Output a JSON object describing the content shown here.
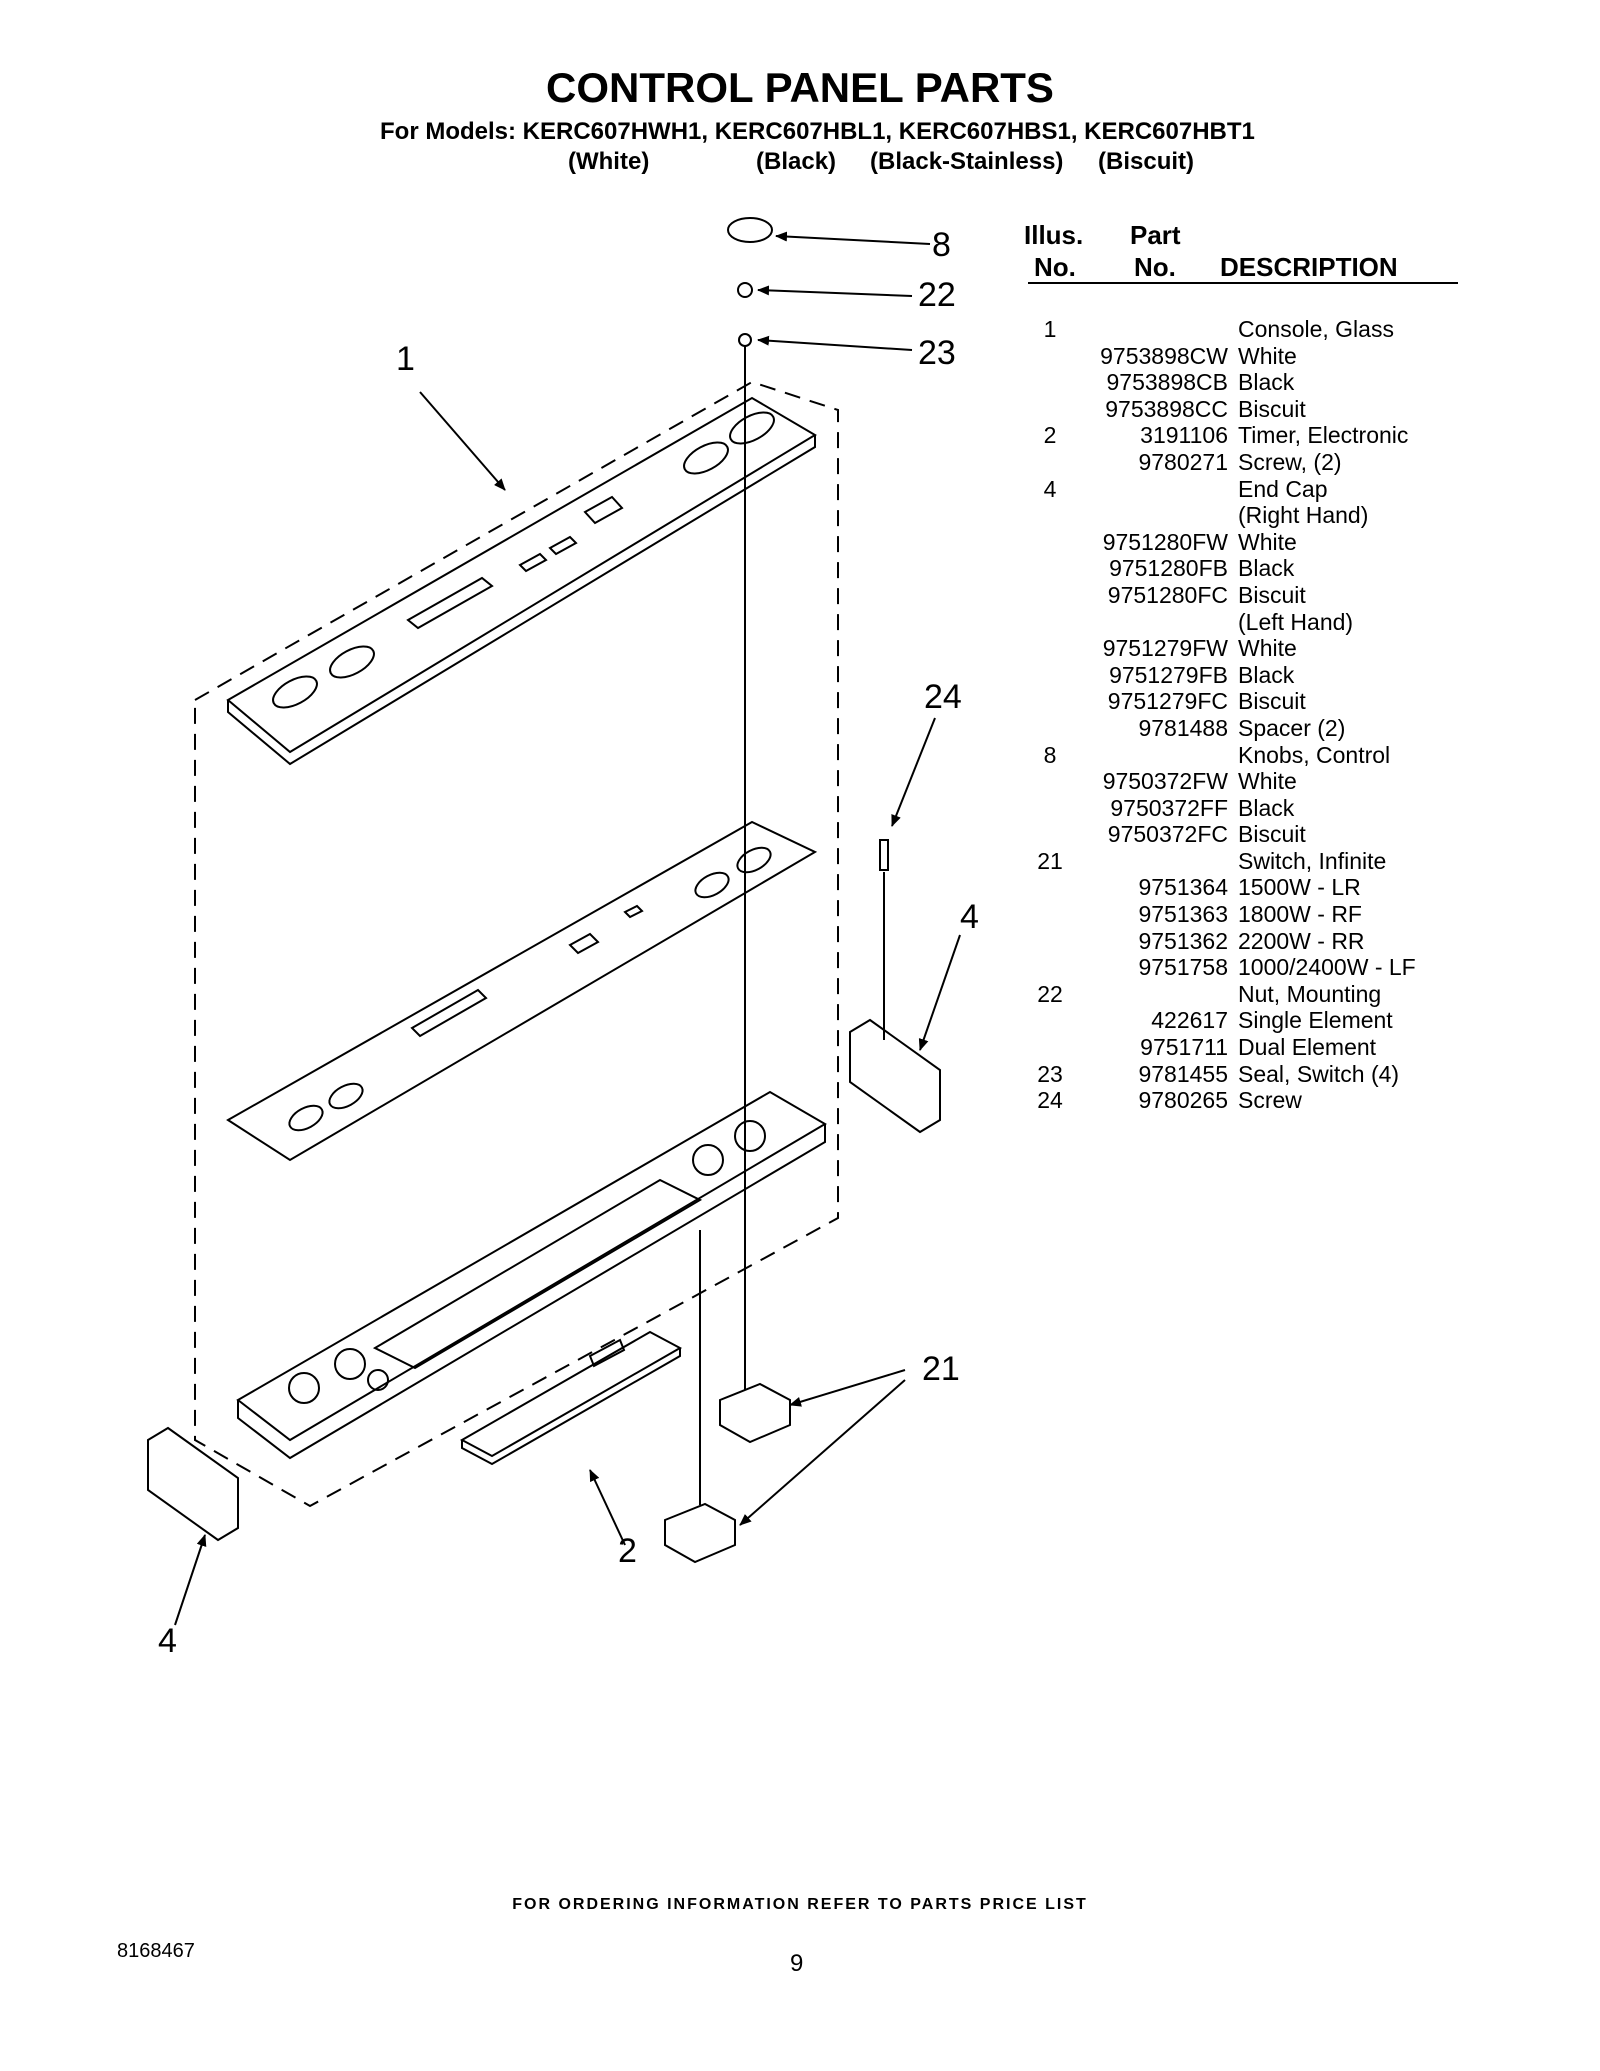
{
  "header": {
    "title": "CONTROL PANEL PARTS",
    "models": "For Models: KERC607HWH1, KERC607HBL1, KERC607HBS1, KERC607HBT1",
    "variants": [
      "(White)",
      "(Black)",
      "(Black-Stainless)",
      "(Biscuit)"
    ]
  },
  "table": {
    "col_illus": [
      "Illus.",
      "No."
    ],
    "col_part": [
      "Part",
      "No."
    ],
    "col_desc": "DESCRIPTION",
    "rows": [
      {
        "illus": "1",
        "part": "",
        "desc": "Console, Glass"
      },
      {
        "illus": "",
        "part": "9753898CW",
        "desc": "White"
      },
      {
        "illus": "",
        "part": "9753898CB",
        "desc": "Black"
      },
      {
        "illus": "",
        "part": "9753898CC",
        "desc": "Biscuit"
      },
      {
        "illus": "2",
        "part": "3191106",
        "desc": "Timer, Electronic"
      },
      {
        "illus": "",
        "part": "9780271",
        "desc": "Screw, (2)"
      },
      {
        "illus": "4",
        "part": "",
        "desc": "End Cap"
      },
      {
        "illus": "",
        "part": "",
        "desc": "(Right Hand)"
      },
      {
        "illus": "",
        "part": "9751280FW",
        "desc": "White"
      },
      {
        "illus": "",
        "part": "9751280FB",
        "desc": "Black"
      },
      {
        "illus": "",
        "part": "9751280FC",
        "desc": "Biscuit"
      },
      {
        "illus": "",
        "part": "",
        "desc": "(Left Hand)"
      },
      {
        "illus": "",
        "part": "9751279FW",
        "desc": "White"
      },
      {
        "illus": "",
        "part": "9751279FB",
        "desc": "Black"
      },
      {
        "illus": "",
        "part": "9751279FC",
        "desc": "Biscuit"
      },
      {
        "illus": "",
        "part": "9781488",
        "desc": "Spacer (2)"
      },
      {
        "illus": "8",
        "part": "",
        "desc": "Knobs, Control"
      },
      {
        "illus": "",
        "part": "9750372FW",
        "desc": "White"
      },
      {
        "illus": "",
        "part": "9750372FF",
        "desc": "Black"
      },
      {
        "illus": "",
        "part": "9750372FC",
        "desc": "Biscuit"
      },
      {
        "illus": "21",
        "part": "",
        "desc": "Switch, Infinite"
      },
      {
        "illus": "",
        "part": "9751364",
        "desc": "1500W - LR"
      },
      {
        "illus": "",
        "part": "9751363",
        "desc": "1800W - RF"
      },
      {
        "illus": "",
        "part": "9751362",
        "desc": "2200W - RR"
      },
      {
        "illus": "",
        "part": "9751758",
        "desc": "1000/2400W - LF"
      },
      {
        "illus": "22",
        "part": "",
        "desc": "Nut, Mounting"
      },
      {
        "illus": "",
        "part": "422617",
        "desc": "Single Element"
      },
      {
        "illus": "",
        "part": "9751711",
        "desc": "Dual Element"
      },
      {
        "illus": "23",
        "part": "9781455",
        "desc": "Seal, Switch (4)"
      },
      {
        "illus": "24",
        "part": "9780265",
        "desc": "Screw"
      }
    ]
  },
  "diagram": {
    "callouts": [
      "8",
      "22",
      "23",
      "1",
      "24",
      "4",
      "21",
      "2",
      "4"
    ]
  },
  "footer": {
    "ordering_note": "FOR ORDERING INFORMATION REFER TO PARTS PRICE LIST",
    "doc_number": "8168467",
    "page_number": "9"
  }
}
